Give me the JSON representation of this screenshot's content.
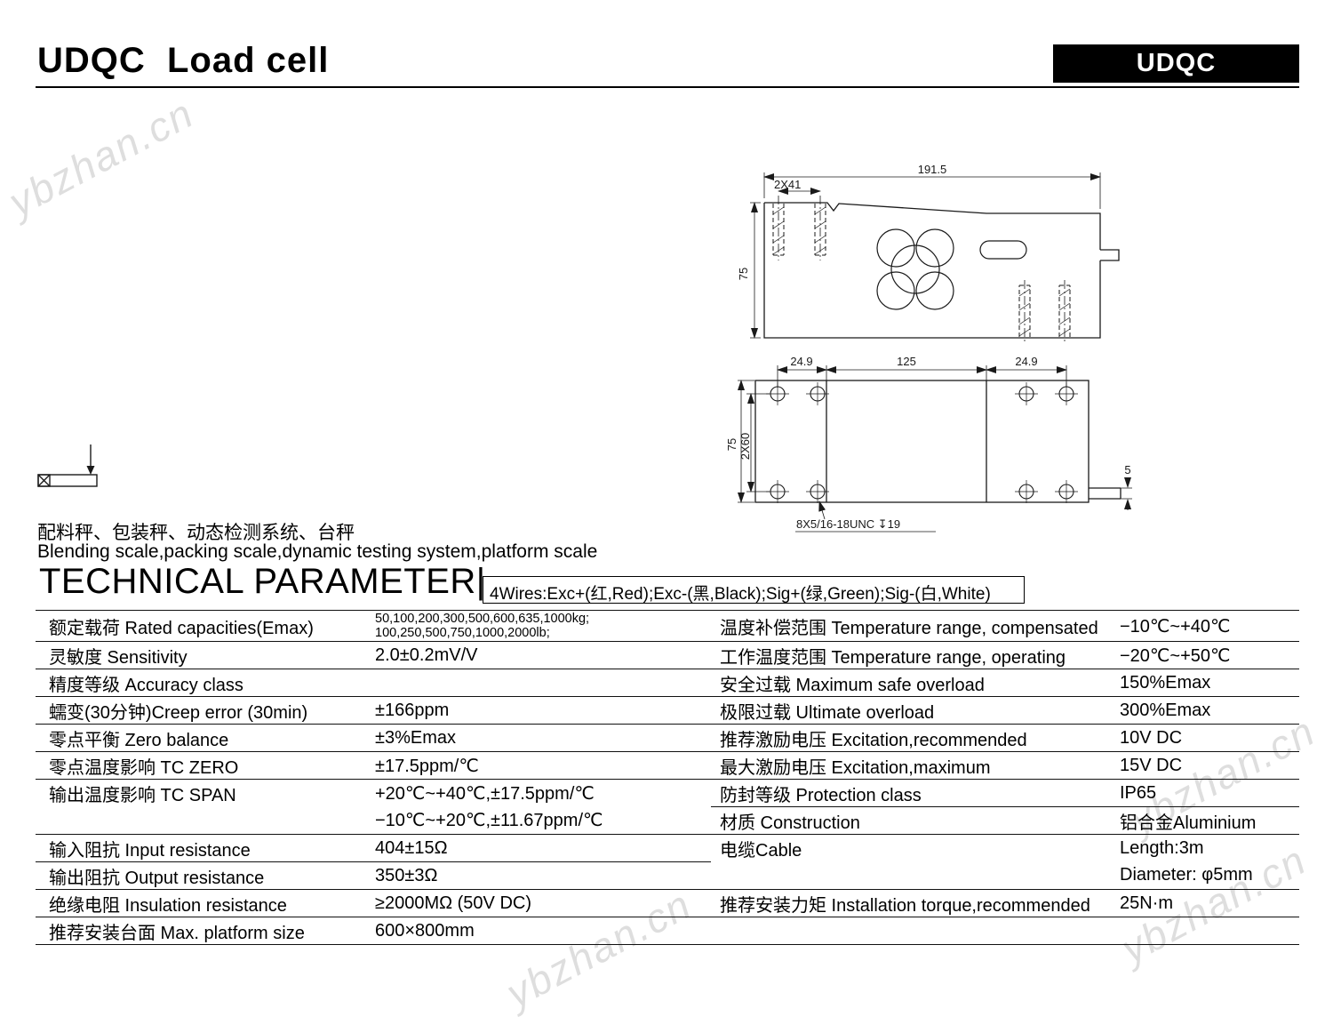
{
  "watermark": "ybzhan.cn",
  "header": {
    "title": "UDQC  Load cell",
    "badge": "UDQC"
  },
  "drawing": {
    "profile": {
      "width": "191.5",
      "hole_spacing": "2X41",
      "height": "75"
    },
    "footprint": {
      "dim_left": "24.9",
      "dim_center": "125",
      "dim_right": "24.9",
      "height": "75",
      "row_spacing": "2X60",
      "stub": "5",
      "thread": "8X5/16-18UNC ↧19"
    }
  },
  "application": {
    "zh": "配料秤、包装秤、动态检测系统、台秤",
    "en": "Blending scale,packing scale,dynamic testing system,platform scale"
  },
  "section": {
    "title": "TECHNICAL PARAMETER|",
    "wires": "4Wires:Exc+(红,Red);Exc-(黑,Black);Sig+(绿,Green);Sig-(白,White)"
  },
  "table": {
    "rows": [
      {
        "ll": "额定载荷 Rated capacities(Emax)",
        "lv1": "50,100,200,300,500,600,635,1000kg;",
        "lv2": "100,250,500,750,1000,2000lb;",
        "rl": "温度补偿范围 Temperature range, compensated",
        "rv": "−10℃~+40℃"
      },
      {
        "ll": "灵敏度 Sensitivity",
        "lv": "2.0±0.2mV/V",
        "rl": "工作温度范围 Temperature range, operating",
        "rv": "−20℃~+50℃"
      },
      {
        "ll": "精度等级 Accuracy class",
        "lv": "",
        "rl": "安全过载  Maximum safe overload",
        "rv": "150%Emax"
      },
      {
        "ll": "蠕变(30分钟)Creep error (30min)",
        "lv": "±166ppm",
        "rl": "极限过载  Ultimate overload",
        "rv": "300%Emax"
      },
      {
        "ll": "零点平衡 Zero balance",
        "lv": "±3%Emax",
        "rl": "推荐激励电压 Excitation,recommended",
        "rv": "10V DC"
      },
      {
        "ll": "零点温度影响 TC ZERO",
        "lv": "±17.5ppm/℃",
        "rl": "最大激励电压 Excitation,maximum",
        "rv": "15V DC"
      },
      {
        "ll": "输出温度影响 TC SPAN",
        "lv": "+20℃~+40℃,±17.5ppm/℃",
        "rl": "防封等级  Protection class",
        "rv": "IP65"
      },
      {
        "ll": "",
        "lv": "−10℃~+20℃,±11.67ppm/℃",
        "rl": "材质 Construction",
        "rv": "铝合金Aluminium"
      },
      {
        "ll": "输入阻抗 Input  resistance",
        "lv": "404±15Ω",
        "rl": "电缆Cable",
        "rv": "Length:3m"
      },
      {
        "ll": "输出阻抗 Output  resistance",
        "lv": "350±3Ω",
        "rl": "",
        "rv": "Diameter: φ5mm"
      },
      {
        "ll": "绝缘电阻 Insulation  resistance",
        "lv": "≥2000MΩ (50V DC)",
        "rl": "推荐安装力矩 Installation torque,recommended",
        "rv": "25N·m"
      },
      {
        "ll": "推荐安装台面 Max. platform size",
        "lv": "600×800mm",
        "rl": "",
        "rv": ""
      }
    ]
  }
}
